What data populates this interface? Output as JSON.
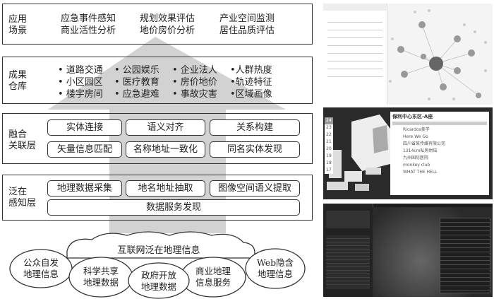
{
  "layers": {
    "app": {
      "label": [
        "应用",
        "场景"
      ],
      "items": [
        [
          "应急事件感知",
          "商业活性分析"
        ],
        [
          "规划效果评估",
          "地价房价分析"
        ],
        [
          "产业空间监测",
          "居住品质评估"
        ]
      ]
    },
    "repo": {
      "label": [
        "成果",
        "仓库"
      ],
      "items": [
        [
          "• 道路交通",
          "• 小区园区",
          "• 楼宇房间"
        ],
        [
          "• 公园娱乐",
          "• 医疗教育",
          "• 应急避难"
        ],
        [
          "• 企业法人",
          "• 房价地价",
          "• 事故灾害"
        ],
        [
          "•人群热度",
          "•轨迹特征",
          "•区域画像"
        ]
      ]
    },
    "fusion": {
      "label": [
        "融合",
        "关联层"
      ],
      "boxes": [
        "实体连接",
        "语义对齐",
        "关系构建",
        "矢量信息匹配",
        "名称地址一致化",
        "同名实体发现"
      ]
    },
    "sense": {
      "label": [
        "泛在",
        "感知层"
      ],
      "boxes": [
        "地理数据采集",
        "地名地址抽取",
        "图像空间语义提取",
        "数据服务发现"
      ]
    }
  },
  "cloud": {
    "title": "互联网泛在地理信息",
    "sources": [
      [
        "公众自发",
        "地理信息"
      ],
      [
        "科学共享",
        "地理数据"
      ],
      [
        "政府开放",
        "地理数据"
      ],
      [
        "商业地理",
        "信息服务"
      ],
      [
        "Web隐含",
        "地理信息"
      ]
    ]
  },
  "screens": {
    "panel2": {
      "title": "保利中心东区-A座",
      "floors": [
        "24",
        "23",
        "22",
        "21",
        "20",
        "19",
        "18",
        "17"
      ],
      "tags": [
        "Ricardos美学",
        "Here We Go",
        "四川省某传媒有限公司",
        "1314cm私房烘焙",
        "九州国际医院",
        "monkey club",
        "WHAT THE HELL"
      ]
    }
  }
}
